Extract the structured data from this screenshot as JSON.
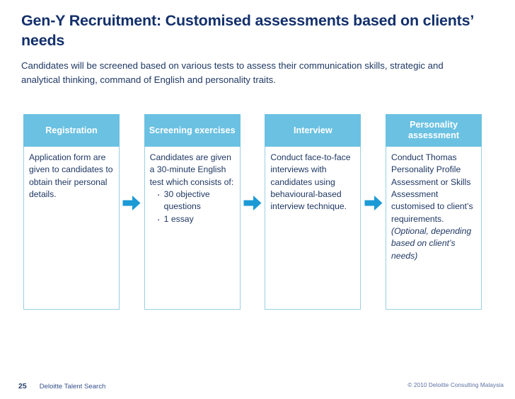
{
  "slide": {
    "title": "Gen-Y Recruitment: Customised assessments based on clients’ needs",
    "subtitle": "Candidates will be screened based on various tests to assess their communication skills, strategic and analytical thinking, command of English and personality traits.",
    "title_color": "#13306B",
    "accent_color": "#6BC1E2",
    "arrow_color": "#1C9AD6",
    "border_color": "#9BCFE3",
    "body_text_color": "#1F3864"
  },
  "process": {
    "columns": [
      {
        "header": "Registration",
        "paragraphs": [
          "Application form are given to candidates to obtain their personal details."
        ],
        "bullets": [],
        "trailing_paragraphs": []
      },
      {
        "header": "Screening exercises",
        "paragraphs": [
          "Candidates are given a 30-minute English test which consists of:"
        ],
        "bullets": [
          "30 objective questions",
          "1 essay"
        ],
        "trailing_paragraphs": []
      },
      {
        "header": "Interview",
        "paragraphs": [
          "Conduct face-to-face interviews with candidates using behavioural-based interview technique."
        ],
        "bullets": [],
        "trailing_paragraphs": []
      },
      {
        "header": "Personality assessment",
        "paragraphs": [
          "Conduct Thomas Personality Profile Assessment or Skills Assessment customised to client’s requirements."
        ],
        "bullets": [],
        "trailing_paragraphs": [
          "(Optional, depending based on client’s needs)"
        ]
      }
    ],
    "arrow_icons": [
      "arrow-right-icon",
      "arrow-right-icon",
      "arrow-right-icon"
    ]
  },
  "footer": {
    "page_number": "25",
    "deck_label": "Deloitte Talent Search",
    "copyright": "© 2010 Deloitte Consulting Malaysia"
  }
}
